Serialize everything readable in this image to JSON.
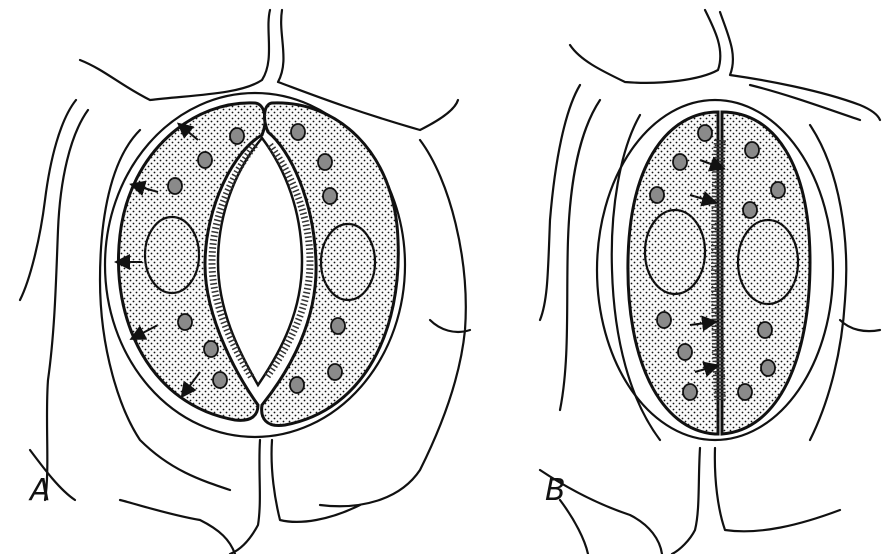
{
  "figure": {
    "panels": [
      {
        "id": "A",
        "label": "A",
        "state": "open"
      },
      {
        "id": "B",
        "label": "B",
        "state": "closed"
      }
    ],
    "colors": {
      "ink": "#111111",
      "paper": "#ffffff"
    }
  }
}
